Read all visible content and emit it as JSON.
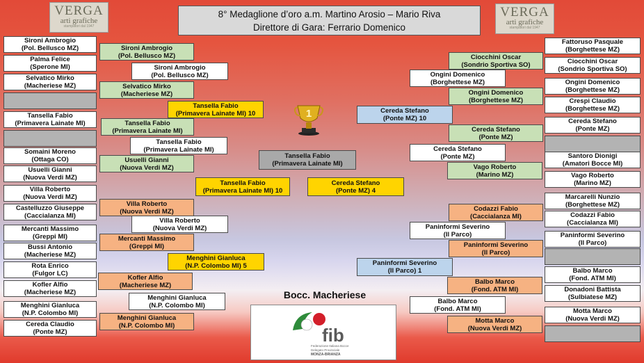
{
  "header": {
    "title_line1": "8° Medaglione d’oro a.m. Martino Arosio – Mario Riva",
    "title_line2": "Direttore di Gara: Ferrario Domenico"
  },
  "logo": {
    "brand": "VERGA",
    "sub": "arti grafiche",
    "tag": "stampatori dal 1947"
  },
  "club": "Bocc. Macheriese",
  "federation": {
    "short": "fib",
    "name": "Federazione Italiana Bocce",
    "delegation": "Delegato Provinciale",
    "region": "MONZA-BRIANZA"
  },
  "left_r1": [
    [
      "Sironi Ambrogio",
      "(Pol. Bellusco MZ)"
    ],
    [
      "Palma Felice",
      "(Sperone MI)"
    ],
    [
      "Selvatico Mirko",
      "(Macheriese MZ)"
    ],
    [
      "",
      ""
    ],
    [
      "Tansella Fabio",
      "(Primavera Lainate MI)"
    ],
    [
      "",
      ""
    ],
    [
      "Somaini Moreno",
      "(Ottaga CO)"
    ],
    [
      "Usuelli Gianni",
      "(Nuova Verdi MZ)"
    ],
    [
      "Villa Roberto",
      "(Nuova Verdi MZ)"
    ],
    [
      "Castelluzzo Giuseppe",
      "(Caccialanza MI)"
    ],
    [
      "Mercanti Massimo",
      "(Greppi MI)"
    ],
    [
      "Bussi Antonio",
      "(Macheriese MZ)"
    ],
    [
      "Rota Enrico",
      "(Fulgor LC)"
    ],
    [
      "Kofler Alfio",
      "(Macheriese MZ)"
    ],
    [
      "Menghini Gianluca",
      "(N.P. Colombo MI)"
    ],
    [
      "Cereda Claudio",
      "(Ponte MZ)"
    ]
  ],
  "left_r2": [
    [
      "Sironi Ambrogio",
      "(Pol. Bellusco MZ)"
    ],
    [
      "Sironi Ambrogio",
      "(Pol. Bellusco MZ)"
    ],
    [
      "Selvatico Mirko",
      "(Macheriese MZ)"
    ],
    [
      "Tansella Fabio",
      "(Primavera Lainate MI)"
    ],
    [
      "Tansella Fabio",
      "(Primavera Lainate MI)"
    ],
    [
      "Usuelli Gianni",
      "(Nuova Verdi MZ)"
    ],
    [
      "Villa Roberto",
      "(Nuova Verdi MZ)"
    ],
    [
      "Villa Roberto",
      "(Nuova Verdi MZ)"
    ],
    [
      "Mercanti Massimo",
      "(Greppi MI)"
    ],
    [
      "Kofler Alfio",
      "(Macheriese MZ)"
    ],
    [
      "Menghini Gianluca",
      "(N.P. Colombo MI)"
    ],
    [
      "Menghini Gianluca",
      "(N.P. Colombo MI)"
    ]
  ],
  "left_r3": [
    [
      "Tansella Fabio",
      "(Primavera Lainate MI)  10"
    ],
    [
      "Menghini Gianluca",
      "(N.P. Colombo MI)   5"
    ]
  ],
  "semi_left": [
    "Tansella Fabio",
    "(Primavera Lainate MI)  10"
  ],
  "final_winner": [
    "Tansella Fabio",
    "(Primavera Lainate MI)"
  ],
  "semi_right": [
    "Cereda Stefano",
    "(Ponte MZ)    4"
  ],
  "right_r3": [
    [
      "Cereda Stefano",
      "(Ponte MZ)     10"
    ],
    [
      "Paninformi Severino",
      "(Il Parco)      1"
    ]
  ],
  "right_r2": [
    [
      "Ciocchini Oscar",
      "(Sondrio Sportiva SO)"
    ],
    [
      "Ongini Domenico",
      "(Borghettese MZ)"
    ],
    [
      "Ongini Domenico",
      "(Borghettese MZ)"
    ],
    [
      "Cereda Stefano",
      "(Ponte MZ)"
    ],
    [
      "Cereda Stefano",
      "(Ponte MZ)"
    ],
    [
      "Vago Roberto",
      "(Marino MZ)"
    ],
    [
      "Codazzi Fabio",
      "(Caccialanza MI)"
    ],
    [
      "Paninformi Severino",
      "(Il Parco)"
    ],
    [
      "Paninformi Severino",
      "(Il Parco)"
    ],
    [
      "Balbo Marco",
      "(Fond. ATM MI)"
    ],
    [
      "Balbo Marco",
      "(Fond. ATM MI)"
    ],
    [
      "Motta Marco",
      "(Nuova Verdi MZ)"
    ]
  ],
  "right_r1": [
    [
      "Fattoruso Pasquale",
      "(Borghettese MZ)"
    ],
    [
      "Ciocchini Oscar",
      "(Sondrio Sportiva SO)"
    ],
    [
      "Ongini Domenico",
      "(Borghettese MZ)"
    ],
    [
      "Crespi Claudio",
      "(Borghettese MZ)"
    ],
    [
      "Cereda Stefano",
      "(Ponte MZ)"
    ],
    [
      "",
      ""
    ],
    [
      "Santoro Dionigi",
      "(Amatori Bocce MI)"
    ],
    [
      "Vago Roberto",
      "(Marino MZ)"
    ],
    [
      "Marcarelli Nunzio",
      "(Borghettese MZ)"
    ],
    [
      "Codazzi Fabio",
      "(Caccialanza MI)"
    ],
    [
      "Paninformi Severino",
      "(Il Parco)"
    ],
    [
      "",
      ""
    ],
    [
      "Balbo Marco",
      "(Fond. ATM MI)"
    ],
    [
      "Donadoni Battista",
      "(Sulbiatese MZ)"
    ],
    [
      "Motta Marco",
      "(Nuova Verdi MZ)"
    ],
    [
      "",
      ""
    ]
  ]
}
